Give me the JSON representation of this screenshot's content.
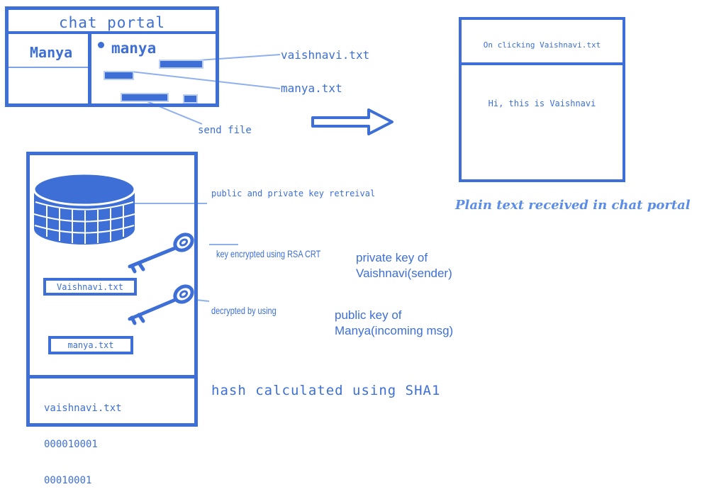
{
  "chat_portal": {
    "title": "chat portal",
    "contact": "Manya",
    "active_chat": "manya",
    "labels": {
      "sent_file": "vaishnavi.txt",
      "received_file": "manya.txt",
      "send_file": "send file"
    }
  },
  "result_panel": {
    "header": "On clicking Vaishnavi.txt",
    "message": "Hi, this is Vaishnavi",
    "caption": "Plain text received in chat portal"
  },
  "server": {
    "retrieval_label": "public and private key retreival",
    "encrypt_label": "key encrypted using RSA CRT",
    "private_key_label_line1": "private key of",
    "private_key_label_line2": "Vaishnavi(sender)",
    "decrypt_label": "decrypted by using",
    "public_key_label_line1": "public key of",
    "public_key_label_line2": "Manya(incoming msg)",
    "file_encrypted": "Vaishnavi.txt",
    "file_decrypted": "manya.txt",
    "hash_block": {
      "filename": "vaishnavi.txt",
      "line1": "000010001",
      "line2": "00010001"
    },
    "hash_caption": "hash calculated using SHA1"
  },
  "colors": {
    "primary": "#3d6fd6",
    "light": "#7ea3ea",
    "caption": "#5b8de8"
  }
}
